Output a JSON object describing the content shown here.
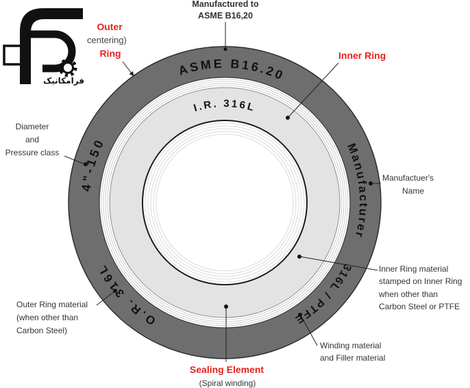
{
  "logo": {
    "wordmark": "فرامکانیک"
  },
  "colors": {
    "label_red": "#e8211b",
    "outer_ring": "#6e6e6e",
    "inner_ring": "#e3e3e3",
    "marking_text": "#111111",
    "label_text": "#333333"
  },
  "gasket": {
    "outer_ring_markings": {
      "standard": "ASME B16.20",
      "manufacturer": "Manufacturer",
      "winding_and_filler": "316L / PTFE",
      "outer_ring_material": "O.R. 316L",
      "size_and_class": "4\"-150"
    },
    "inner_ring_marking": "I.R. 316L"
  },
  "callouts": {
    "manufactured_to": [
      "Manufactured to",
      "ASME B16,20"
    ],
    "outer_ring": {
      "title_1": "Outer",
      "note": "centering)",
      "title_2": "Ring"
    },
    "inner_ring": "Inner Ring",
    "diameter_class": [
      "Diameter",
      "and",
      "Pressure class"
    ],
    "manufacturer_name": [
      "Manufactuer's",
      "Name"
    ],
    "inner_ring_material": [
      "Inner Ring material",
      "stamped on Inner Ring",
      "when other than",
      "Carbon Steel or PTFE"
    ],
    "outer_ring_material": [
      "Outer Ring material",
      "(when other than",
      "Carbon Steel)"
    ],
    "winding_material": [
      "Winding material",
      "and Filler material"
    ],
    "sealing_element": {
      "title": "Sealing Element",
      "note": "(Spiral winding)"
    }
  }
}
